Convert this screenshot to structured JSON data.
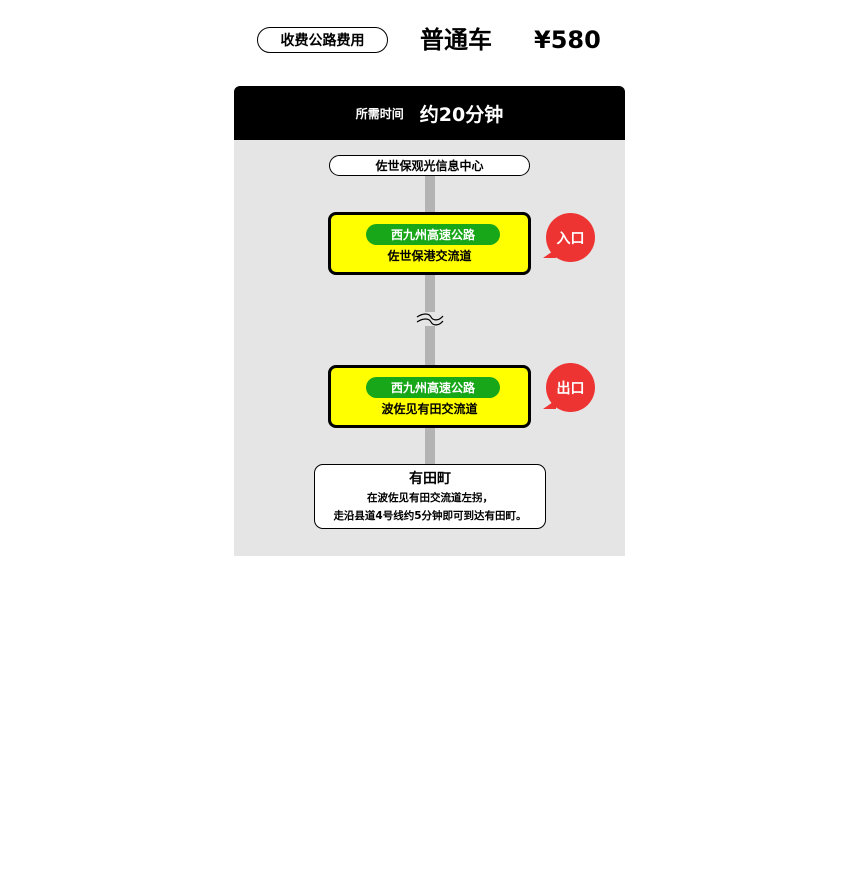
{
  "header": {
    "toll_label": "收费公路费用",
    "vehicle_type": "普通车",
    "price": "¥580"
  },
  "card": {
    "time_label": "所需时间",
    "time_value": "约20分钟",
    "start": "佐世保观光信息中心",
    "entrance": {
      "road": "西九州高速公路",
      "interchange": "佐世保港交流道",
      "badge": "入口"
    },
    "exit": {
      "road": "西九州高速公路",
      "interchange": "波佐见有田交流道",
      "badge": "出口"
    },
    "destination": {
      "name": "有田町",
      "directions": [
        "在波佐见有田交流道左拐，",
        "走沿县道4号线约5分钟即可到达有田町。"
      ]
    }
  },
  "colors": {
    "card_bg": "#e5e5e5",
    "header_bg": "#000000",
    "ic_box": "#ffff00",
    "road_pill": "#18a718",
    "badge": "#ee3333",
    "route_line": "#b3b3b3"
  }
}
